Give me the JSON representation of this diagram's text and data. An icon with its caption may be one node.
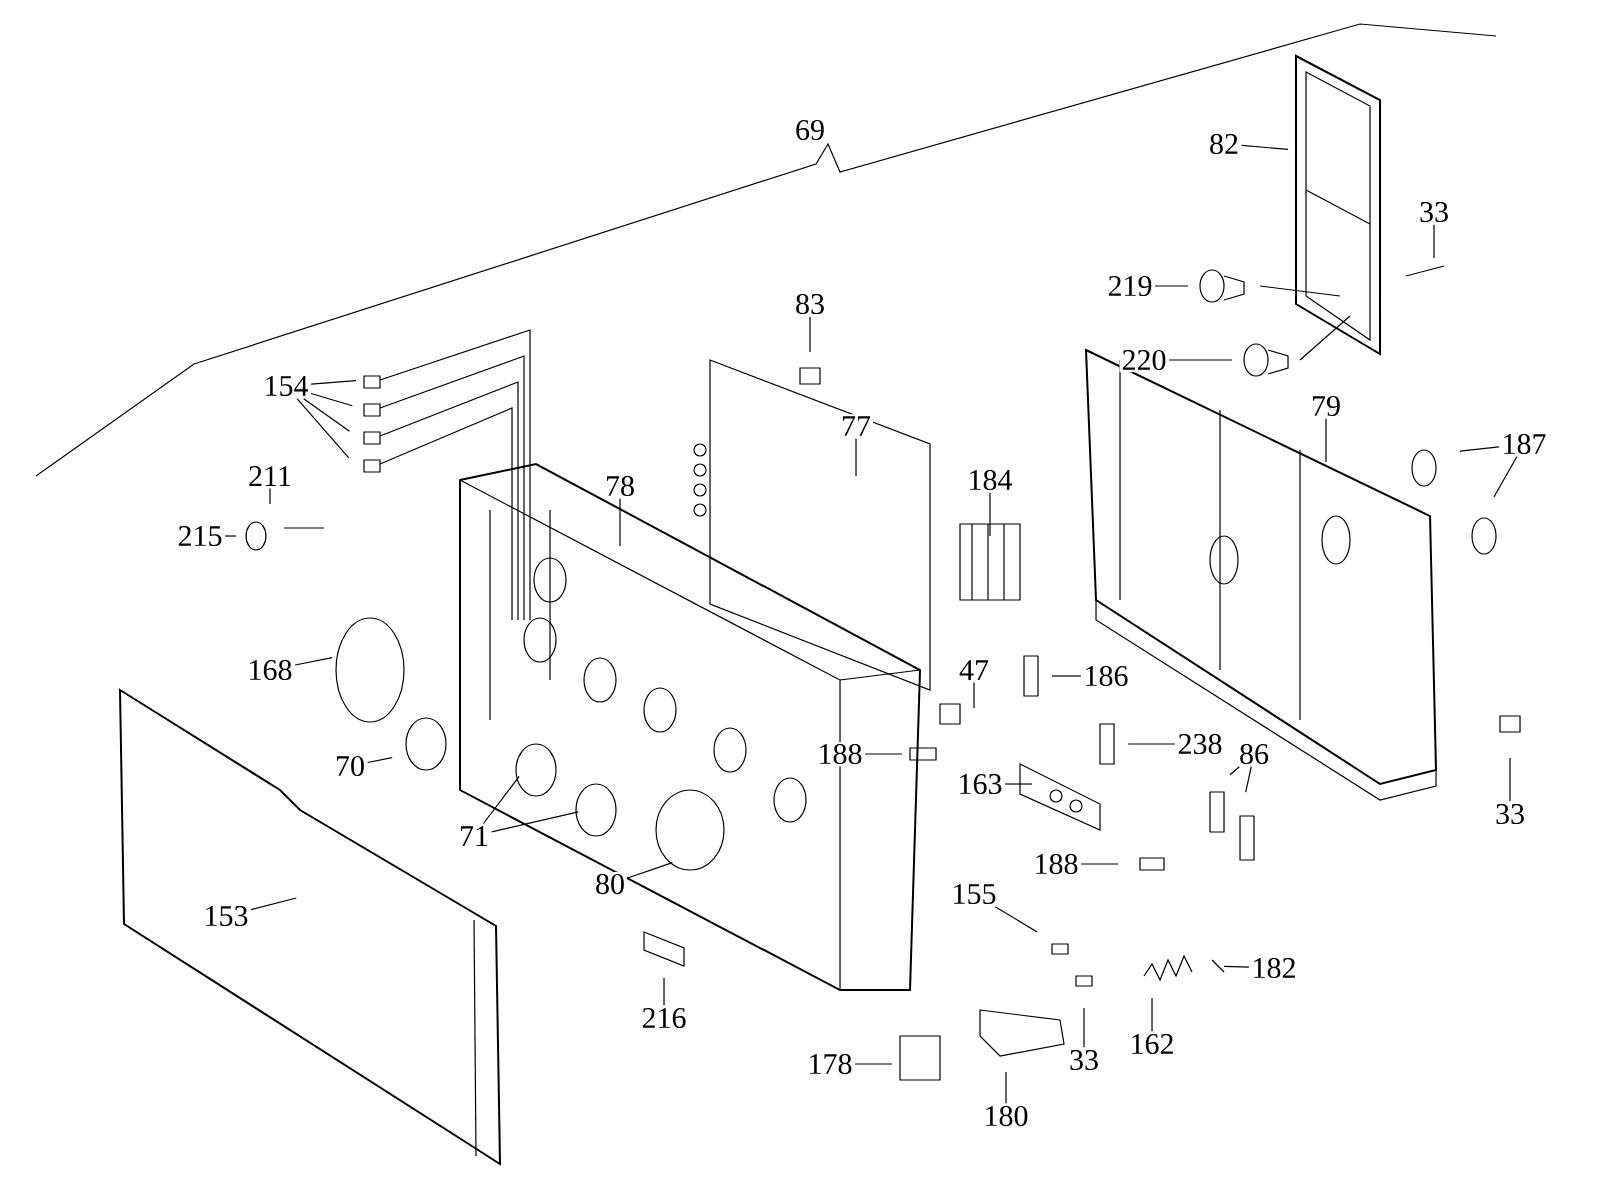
{
  "diagram": {
    "nodes": [
      {
        "text": [
          "82"
        ]
      },
      {
        "text": [
          "33"
        ]
      },
      {
        "text": [
          "219"
        ]
      },
      {
        "text": [
          "83"
        ]
      },
      {
        "text": [
          "220"
        ]
      },
      {
        "text": [
          "154"
        ]
      },
      {
        "text": [
          "79"
        ]
      },
      {
        "text": [
          "77"
        ]
      },
      {
        "text": [
          "187"
        ]
      },
      {
        "text": [
          "211"
        ]
      },
      {
        "text": [
          "184"
        ]
      },
      {
        "text": [
          "78"
        ]
      },
      {
        "text": [
          "215"
        ]
      },
      {
        "text": [
          "168"
        ]
      },
      {
        "text": [
          "47"
        ]
      },
      {
        "text": [
          "186"
        ]
      },
      {
        "text": [
          "238"
        ]
      },
      {
        "text": [
          "188"
        ]
      },
      {
        "text": [
          "86"
        ]
      },
      {
        "text": [
          "70"
        ]
      },
      {
        "text": [
          "163"
        ]
      },
      {
        "text": [
          "33"
        ]
      },
      {
        "text": [
          "71"
        ]
      },
      {
        "text": [
          "188"
        ]
      },
      {
        "text": [
          "80"
        ]
      },
      {
        "text": [
          "155"
        ]
      },
      {
        "text": [
          "153"
        ]
      },
      {
        "text": [
          "182"
        ]
      },
      {
        "text": [
          "216"
        ]
      },
      {
        "text": [
          "162"
        ]
      },
      {
        "text": [
          "33"
        ]
      },
      {
        "text": [
          "178"
        ]
      },
      {
        "text": [
          "180"
        ]
      }
    ],
    "edges": [
      {
        "from": 0,
        "to": null,
        "arrow": "none"
      },
      {
        "from": 1,
        "to": null,
        "arrow": "none"
      },
      {
        "from": 2,
        "to": null,
        "arrow": "none"
      },
      {
        "from": 3,
        "to": null,
        "arrow": "none"
      },
      {
        "from": 4,
        "to": null,
        "arrow": "none"
      },
      {
        "from": 5,
        "to": null,
        "arrow": "none"
      },
      {
        "from": 5,
        "to": null,
        "arrow": "none"
      },
      {
        "from": 5,
        "to": null,
        "arrow": "none"
      },
      {
        "from": 5,
        "to": null,
        "arrow": "none"
      },
      {
        "from": 6,
        "to": null,
        "arrow": "none"
      },
      {
        "from": 7,
        "to": null,
        "arrow": "none"
      },
      {
        "from": 8,
        "to": null,
        "arrow": "none"
      },
      {
        "from": 8,
        "to": null,
        "arrow": "none"
      },
      {
        "from": 9,
        "to": null,
        "arrow": "none"
      },
      {
        "from": 10,
        "to": null,
        "arrow": "none"
      },
      {
        "from": 11,
        "to": null,
        "arrow": "none"
      },
      {
        "from": 12,
        "to": null,
        "arrow": "none"
      },
      {
        "from": 13,
        "to": null,
        "arrow": "none"
      },
      {
        "from": 14,
        "to": null,
        "arrow": "none"
      },
      {
        "from": 15,
        "to": null,
        "arrow": "none"
      },
      {
        "from": 16,
        "to": null,
        "arrow": "none"
      },
      {
        "from": 17,
        "to": null,
        "arrow": "none"
      },
      {
        "from": 18,
        "to": null,
        "arrow": "none"
      },
      {
        "from": 18,
        "to": null,
        "arrow": "none"
      },
      {
        "from": 19,
        "to": null,
        "arrow": "none"
      },
      {
        "from": 20,
        "to": null,
        "arrow": "none"
      },
      {
        "from": 21,
        "to": null,
        "arrow": "none"
      },
      {
        "from": 22,
        "to": null,
        "arrow": "none"
      },
      {
        "from": 22,
        "to": null,
        "arrow": "none"
      },
      {
        "from": 23,
        "to": null,
        "arrow": "none"
      },
      {
        "from": 24,
        "to": null,
        "arrow": "none"
      },
      {
        "from": 25,
        "to": null,
        "arrow": "none"
      },
      {
        "from": 26,
        "to": null,
        "arrow": "none"
      },
      {
        "from": 27,
        "to": null,
        "arrow": "none"
      },
      {
        "from": 28,
        "to": null,
        "arrow": "none"
      },
      {
        "from": 29,
        "to": null,
        "arrow": "none"
      },
      {
        "from": 30,
        "to": null,
        "arrow": "none"
      },
      {
        "from": 31,
        "to": null,
        "arrow": "none"
      },
      {
        "from": 32,
        "to": null,
        "arrow": "none"
      }
    ],
    "labels": [
      "69"
    ]
  }
}
